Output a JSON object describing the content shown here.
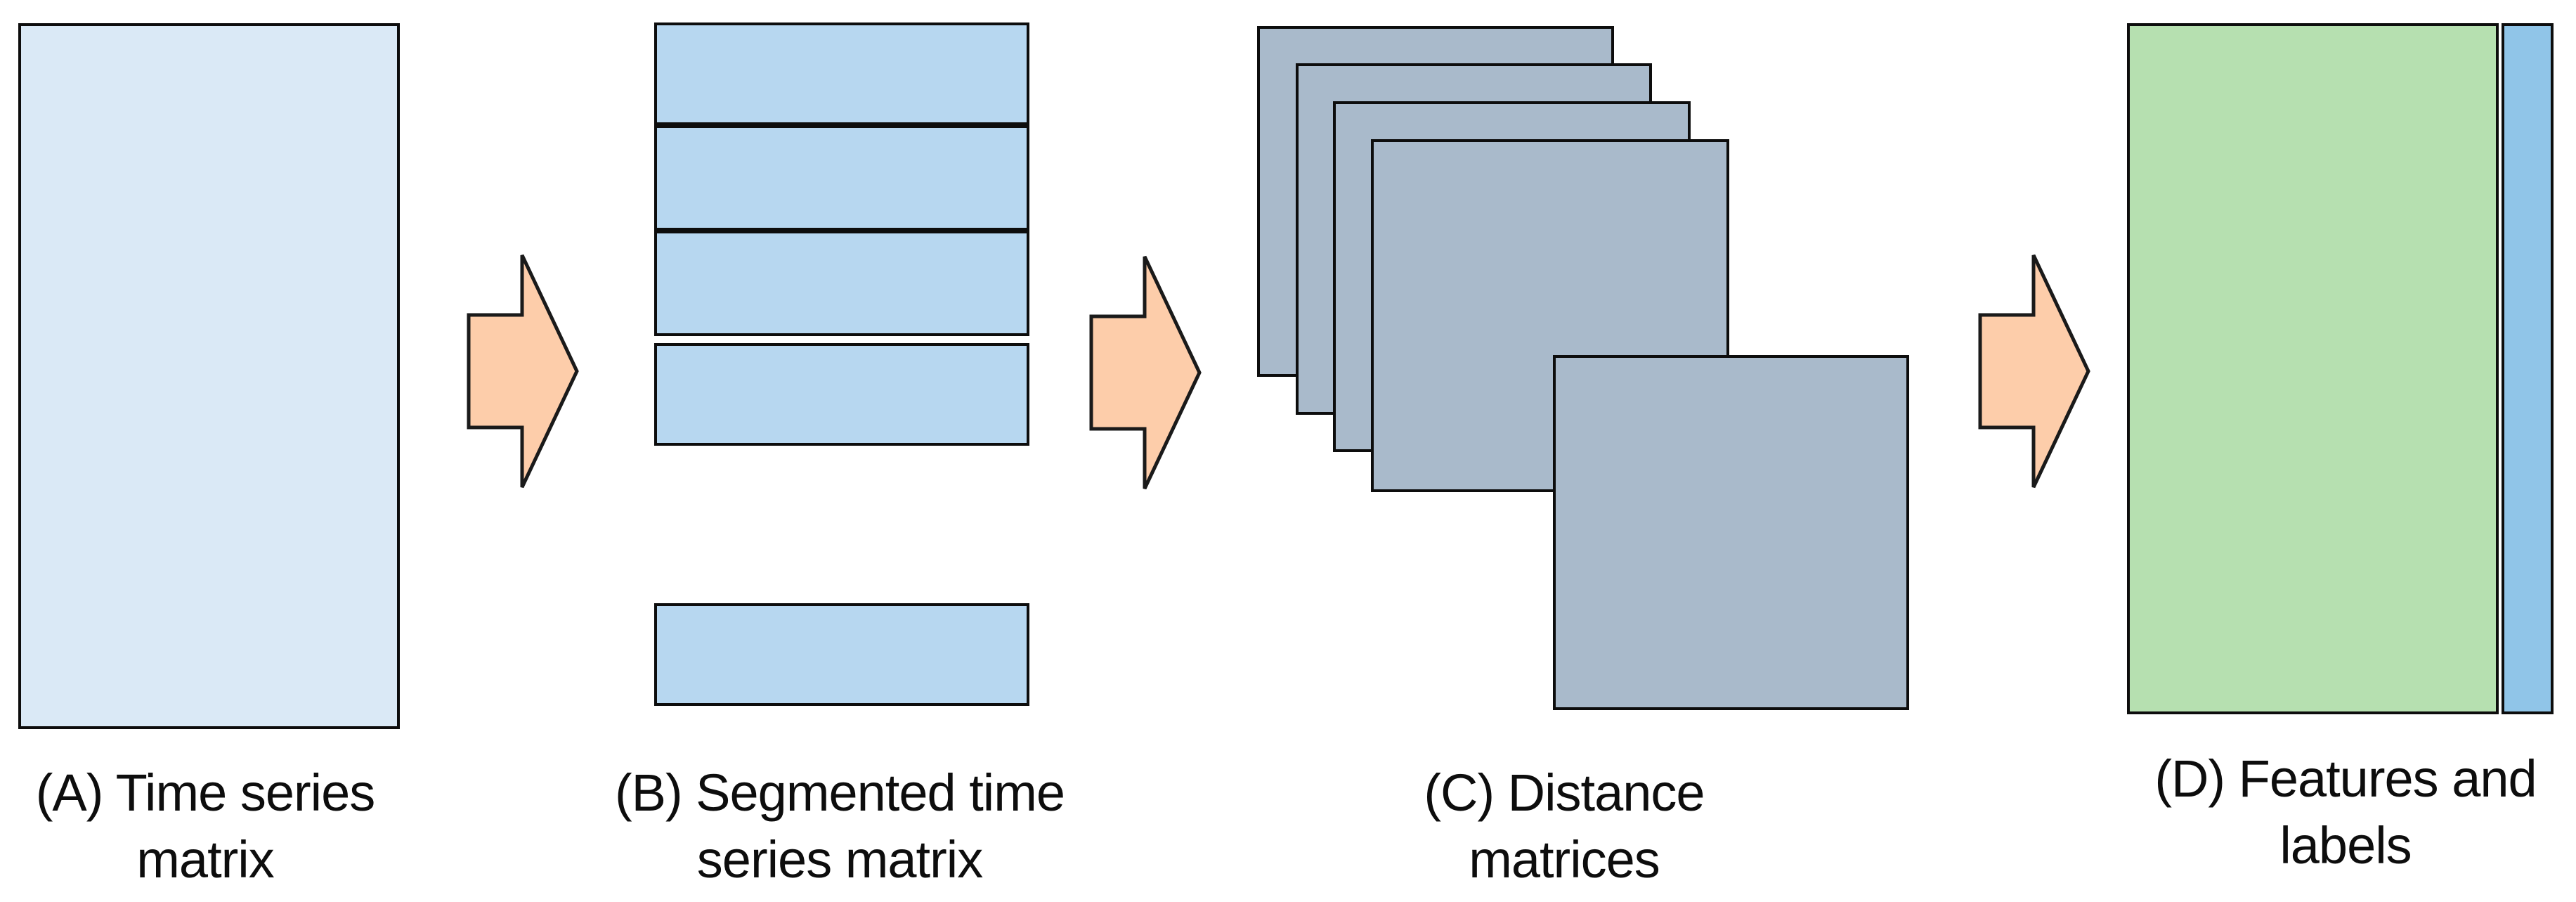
{
  "diagram": {
    "title_implicit": "Time series feature extraction pipeline",
    "arrow_fill": "#FDCDAA",
    "arrow_stroke": "#1a1a1a",
    "outline_color": "#0d0d0d",
    "text_color": "#0d0d0d",
    "stages": [
      {
        "id": "A",
        "label_line1": "(A) Time series",
        "label_line2": "matrix",
        "fill": "#DAE9F6",
        "shape": "single tall rectangle"
      },
      {
        "id": "B",
        "label_line1": "(B) Segmented time",
        "label_line2": "series matrix",
        "fill": "#B7D7F0",
        "shape": "five horizontal bars (four stacked, one detached below)"
      },
      {
        "id": "C",
        "label_line1": "(C) Distance",
        "label_line2": "matrices",
        "fill": "#A9BACB",
        "shape": "five overlapping squares (cascaded stack plus one offset lower-right)"
      },
      {
        "id": "D",
        "label_line1": "(D) Features and",
        "label_line2": "labels",
        "fill_features": "#B6E0B0",
        "fill_labels": "#90C5E8",
        "shape": "tall green rectangle (features) with narrow blue column (labels)"
      }
    ]
  }
}
